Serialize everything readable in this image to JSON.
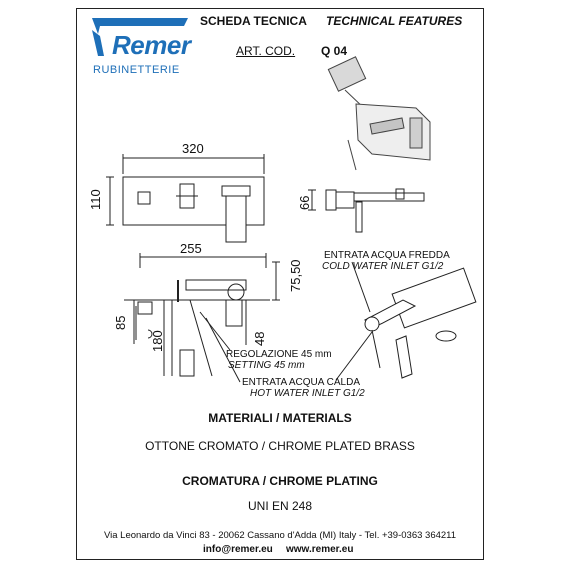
{
  "brand": {
    "name": "Remer",
    "subtitle": "RUBINETTERIE"
  },
  "header": {
    "title_it": "SCHEDA TECNICA",
    "title_en": "TECHNICAL FEATURES",
    "art_code_label": "ART. COD.",
    "art_code_value": "Q 04"
  },
  "dimensions": {
    "width_top": "320",
    "height_plate": "110",
    "depth_side": "66",
    "projection": "255",
    "height_75": "75,50",
    "height_85": "85",
    "height_180": "180",
    "height_48": "48"
  },
  "callouts": {
    "cold_it": "ENTRATA ACQUA FREDDA",
    "cold_en": "COLD WATER INLET  G1/2",
    "setting_it": "REGOLAZIONE  45 mm",
    "setting_en": "SETTING  45 mm",
    "hot_it": "ENTRATA ACQUA CALDA",
    "hot_en": "HOT WATER INLET G1/2"
  },
  "materials": {
    "heading": "MATERIALI / MATERIALS",
    "value": "OTTONE CROMATO / CHROME PLATED BRASS"
  },
  "plating": {
    "heading": "CROMATURA / CHROME PLATING",
    "value": "UNI EN 248"
  },
  "footer": {
    "address": "Via Leonardo da Vinci 83 - 20062 Cassano d'Adda (MI) Italy - Tel. +39-0363 364211",
    "email": "info@remer.eu",
    "web": "www.remer.eu"
  },
  "colors": {
    "brand_blue": "#1e6fb8",
    "line": "#222222"
  }
}
